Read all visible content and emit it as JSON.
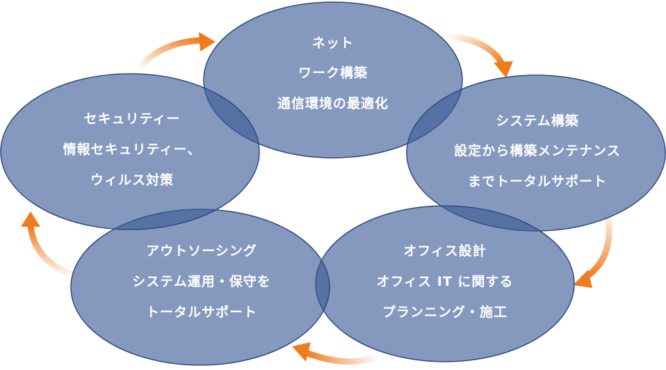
{
  "diagram": {
    "nodes": [
      {
        "id": "network",
        "lines": [
          "ネット",
          "ワーク構築",
          "通信環境の最適化"
        ]
      },
      {
        "id": "system",
        "lines": [
          "システム構築",
          "設定から構築メンテナンス",
          "までトータルサポート"
        ]
      },
      {
        "id": "office",
        "lines": [
          "オフィス設計",
          "オフィス IT に関する",
          "プランニング・施工"
        ]
      },
      {
        "id": "outsourcing",
        "lines": [
          "アウトソーシング",
          "システム運用・保守を",
          "トータルサポート"
        ]
      },
      {
        "id": "security",
        "lines": [
          "セキュリティー",
          "情報セキュリティー、",
          "ウィルス対策"
        ]
      }
    ],
    "colors": {
      "node_fill": "#3a5a96",
      "arrow": "#ef7b1f",
      "text": "#ffffff"
    }
  }
}
